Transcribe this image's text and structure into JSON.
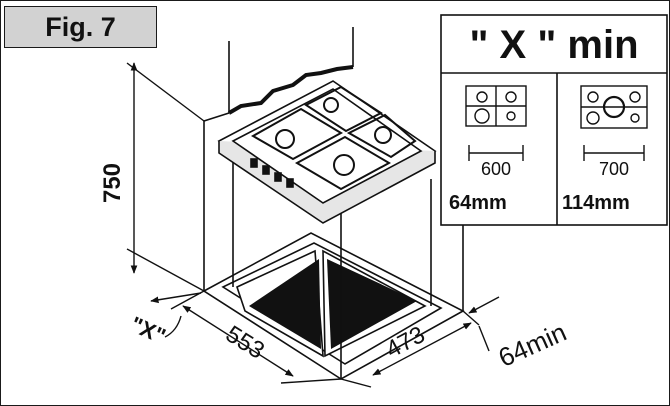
{
  "figure": {
    "label": "Fig. 7"
  },
  "panel": {
    "title": "\" X \" min",
    "left": {
      "width": "600",
      "clearance": "64mm"
    },
    "right": {
      "width": "700",
      "clearance": "114mm"
    }
  },
  "dimensions": {
    "height": "750",
    "depth": "553",
    "width": "473",
    "x_marker": "\"X\"",
    "rear_clearance": "64min"
  },
  "colors": {
    "line": "#111111",
    "label_bg": "#d2d2d2",
    "panel_bg": "#ffffff"
  }
}
